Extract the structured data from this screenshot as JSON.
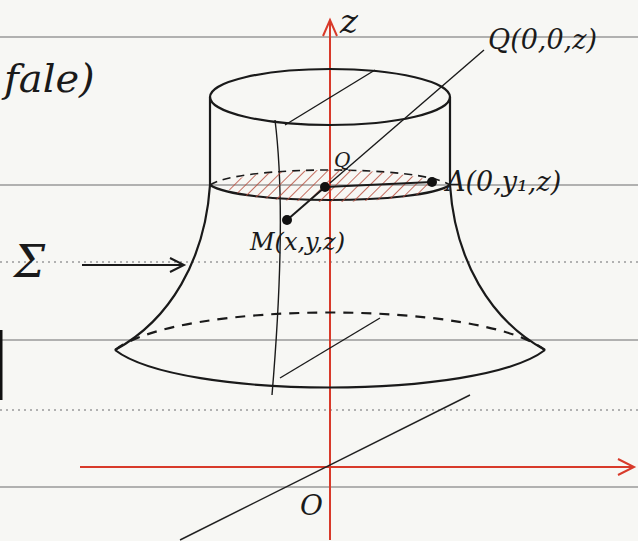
{
  "diagram": {
    "labels": [
      "fale)",
      "z",
      "Q(0,0,z)",
      "Q",
      "A(0,y₁,z)",
      "M(x,y,z)",
      "Σ",
      "O"
    ]
  }
}
